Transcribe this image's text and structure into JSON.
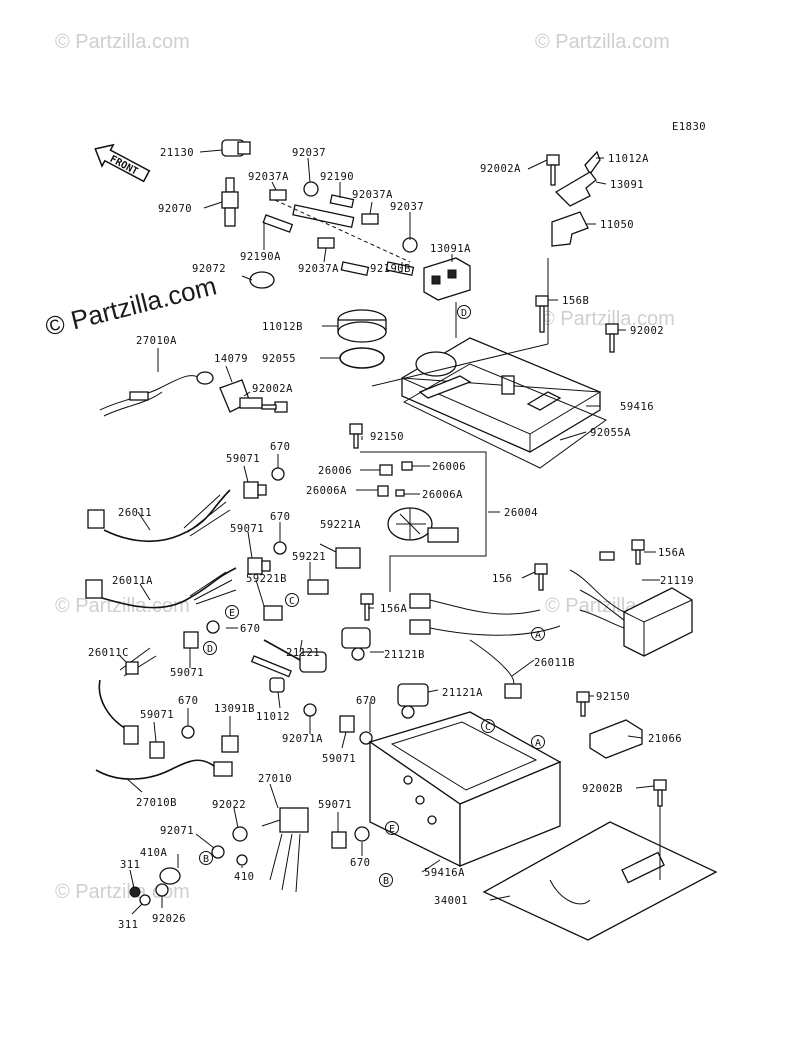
{
  "diagram_code": "E1830",
  "watermark": "© Partzilla.com",
  "front_arrow_label": "FRONT",
  "callouts": [
    "A",
    "B",
    "C",
    "D",
    "E"
  ],
  "labels": [
    "21130",
    "92070",
    "92037",
    "92037A",
    "92190",
    "92037A",
    "92037",
    "92190A",
    "92037A",
    "92190B",
    "13091A",
    "92072",
    "92002A",
    "11012A",
    "13091",
    "11050",
    "156B",
    "92002",
    "11012B",
    "92055",
    "27010A",
    "14079",
    "92002A",
    "59416",
    "92055A",
    "92150",
    "670",
    "59071",
    "26006",
    "26006",
    "26006A",
    "26006A",
    "26004",
    "26011",
    "670",
    "59071",
    "59221A",
    "59221",
    "26011A",
    "59221B",
    "156",
    "156A",
    "21119",
    "156A",
    "670",
    "21121",
    "21121B",
    "26011C",
    "59071",
    "11012",
    "21121A",
    "26011B",
    "92150",
    "670",
    "13091B",
    "59071",
    "670",
    "92071A",
    "59071",
    "21066",
    "27010",
    "27010B",
    "92022",
    "92071",
    "410A",
    "410",
    "311",
    "92026",
    "311",
    "59071",
    "670",
    "59416A",
    "92002B",
    "34001"
  ]
}
